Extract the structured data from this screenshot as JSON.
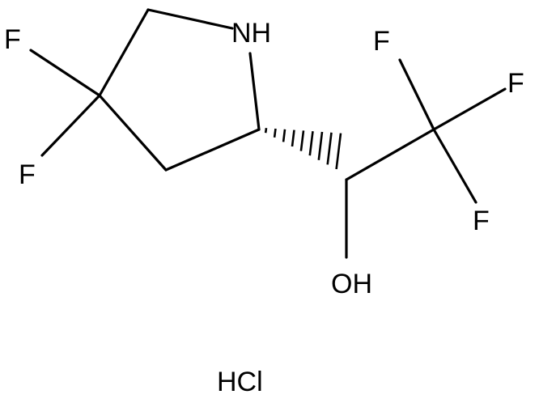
{
  "molecule": {
    "atoms": {
      "nh": "NH",
      "f_ring_top": "F",
      "f_ring_bottom": "F",
      "f_cf3_top": "F",
      "f_cf3_right": "F",
      "f_cf3_bottom": "F",
      "oh": "OH"
    },
    "salt": "HCl"
  }
}
